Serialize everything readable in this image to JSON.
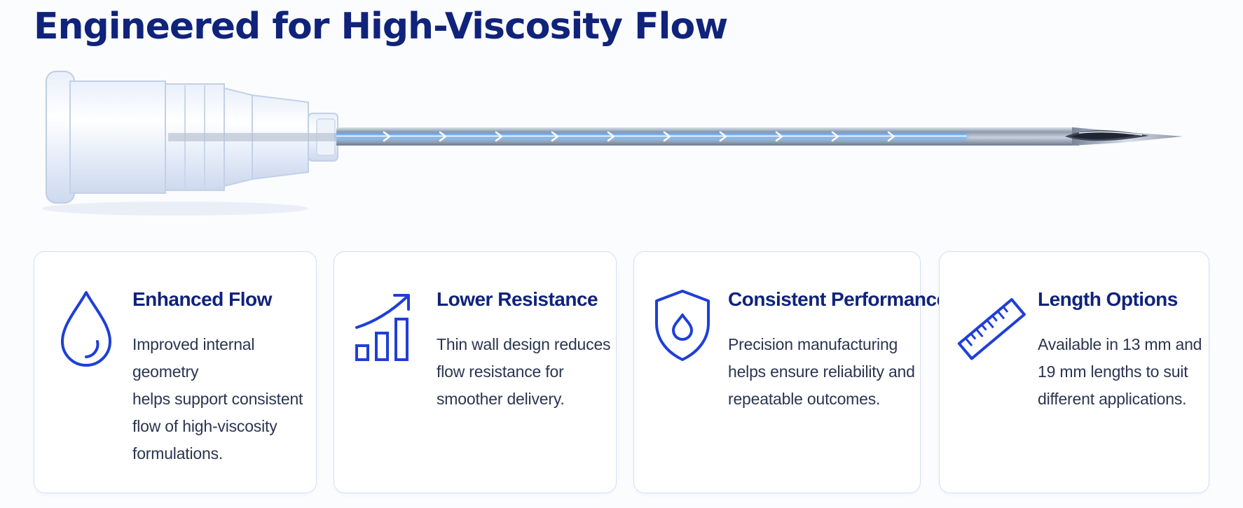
{
  "page": {
    "title": "Engineered for High-Viscosity Flow"
  },
  "colors": {
    "title": "#10237a",
    "icon": "#1f3fd6",
    "card_border": "#d3e0f6",
    "flow": "#2f8cff",
    "body_text": "#2a3550"
  },
  "hero": {
    "image": "hypodermic-needle-with-blue-flow-arrows",
    "flow_arrow_icon": "chevron-right-icon"
  },
  "features": [
    {
      "icon": "water-drop-icon",
      "title": "Enhanced Flow",
      "body_lines": [
        "Improved internal geometry",
        "helps support consistent",
        "flow of high-viscosity",
        "formulations."
      ]
    },
    {
      "icon": "trending-bars-icon",
      "title": "Lower Resistance",
      "body_lines": [
        "Thin wall design reduces",
        "flow resistance for",
        "smoother delivery."
      ]
    },
    {
      "icon": "shield-drop-icon",
      "title": "Consistent Performance",
      "body_lines": [
        "Precision manufacturing",
        "helps ensure reliability and",
        "repeatable outcomes."
      ]
    },
    {
      "icon": "ruler-icon",
      "title": "Length Options",
      "body_lines": [
        "Available in 13 mm and",
        "19 mm lengths to suit",
        "different applications."
      ]
    }
  ]
}
